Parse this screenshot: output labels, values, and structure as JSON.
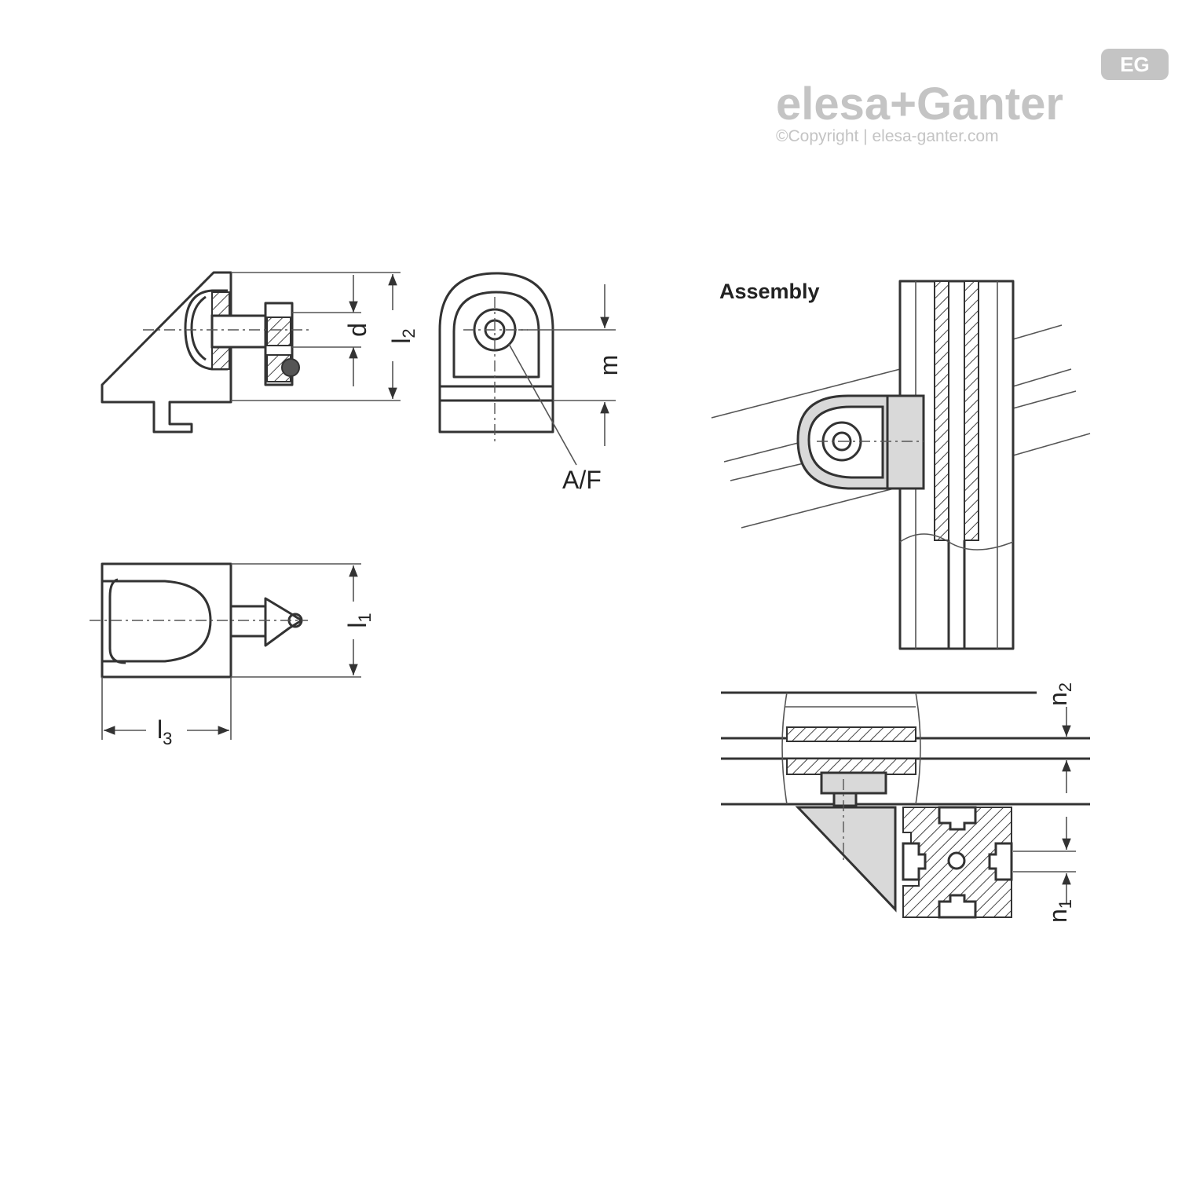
{
  "brand": {
    "badge": "EG",
    "name_part1": "elesa",
    "separator": "+",
    "name_part2": "Ganter",
    "copyright": "©Copyright | elesa-ganter.com",
    "color": "#c4c4c4"
  },
  "assembly_title": "Assembly",
  "dimensions": {
    "d": "d",
    "l2": "l",
    "l2_sub": "2",
    "m": "m",
    "af": "A/F",
    "l1": "l",
    "l1_sub": "1",
    "l3": "l",
    "l3_sub": "3",
    "n2": "n",
    "n2_sub": "2",
    "n1": "n",
    "n1_sub": "1"
  }
}
